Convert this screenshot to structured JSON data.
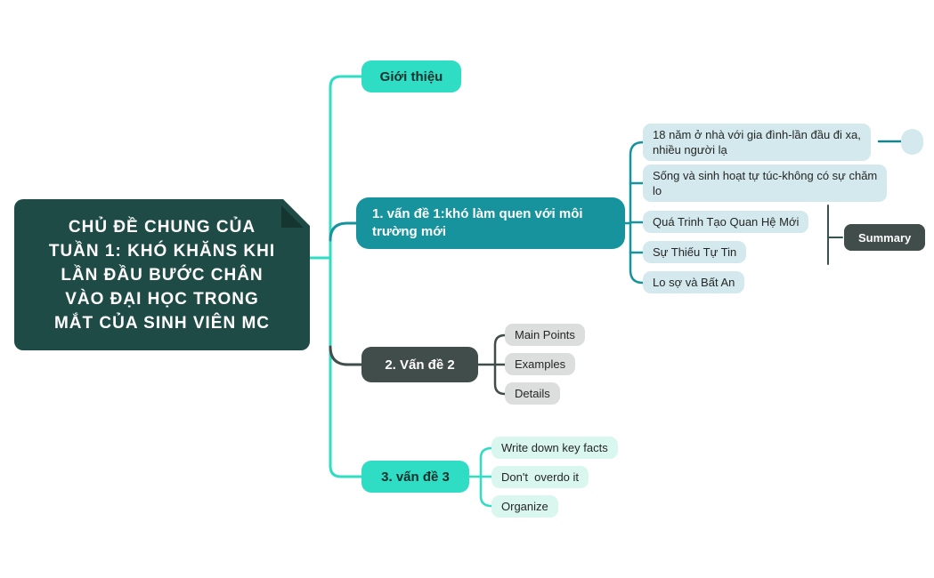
{
  "colors": {
    "background": "#ffffff",
    "turquoise": "#2eddc3",
    "teal": "#16939d",
    "dark_slate": "#414d4a",
    "central_bg": "#1e4b46",
    "central_fold": "#143530",
    "child_cyan": "#d3e9ed",
    "child_gray": "#dcdede",
    "child_mint": "#d9f7ef",
    "summary_bracket": "#33544f",
    "pill_link": "#17838e",
    "text_light": "#ffffff",
    "text_dark": "#13302c"
  },
  "root": {
    "label": "CHỦ ĐỀ CHUNG CỦA\nTUẦN 1: KHÓ KHĂNS KHI\nLẦN ĐẦU BƯỚC CHÂN\nVÀO ĐẠI HỌC TRONG\nMẮT CỦA SINH VIÊN MC"
  },
  "branches": [
    {
      "id": "intro",
      "label": "Giới thiệu"
    },
    {
      "id": "topic1",
      "label": "1. vấn đề 1:khó làm quen với môi\ntrường mới",
      "children": [
        {
          "label": "18 năm ở nhà với gia đình-lần đầu đi xa,\nnhiều người lạ"
        },
        {
          "label": "Sống và sinh hoạt tự túc-không có sự chăm\nlo"
        },
        {
          "label": "Quá Trinh Tạo Quan Hệ Mới"
        },
        {
          "label": "Sự Thiếu Tự Tin"
        },
        {
          "label": "Lo sợ và Bất An"
        }
      ],
      "summary_label": "Summary"
    },
    {
      "id": "topic2",
      "label": "2. Vấn đề 2",
      "children": [
        {
          "label": "Main Points"
        },
        {
          "label": "Examples"
        },
        {
          "label": "Details"
        }
      ]
    },
    {
      "id": "topic3",
      "label": "3. vấn đề 3",
      "children": [
        {
          "label": "Write down key facts"
        },
        {
          "label": "Don't  overdo it"
        },
        {
          "label": "Organize"
        }
      ]
    }
  ]
}
